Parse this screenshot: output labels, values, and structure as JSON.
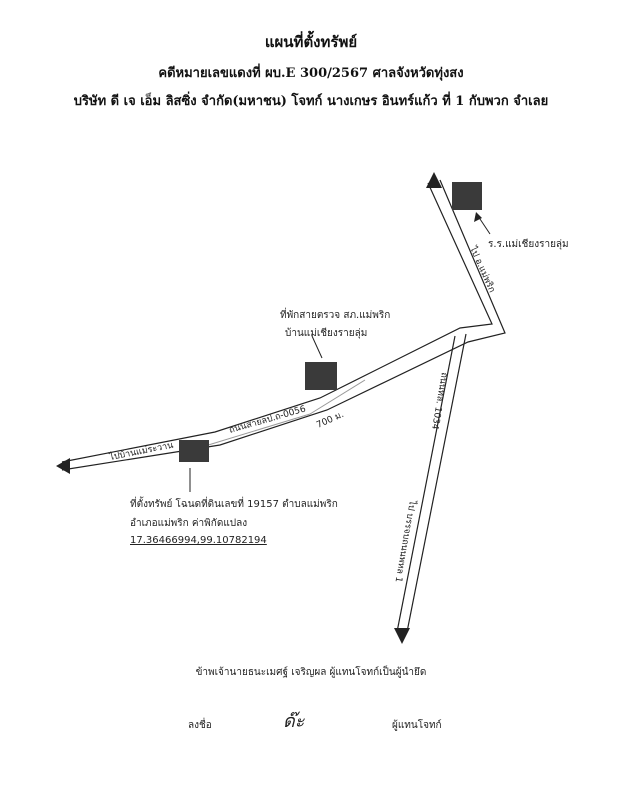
{
  "header": {
    "title": "แผนที่ตั้งทรัพย์",
    "case_line": "คดีหมายเลขแดงที่ ผบ.E 300/2567 ศาลจังหวัดทุ่งสง",
    "parties_line": "บริษัท ดี เจ เอ็ม ลิสซิ่ง จำกัด(มหาชน) โจทก์  นางเกษร อินทร์แก้ว ที่ 1 กับพวก  จำเลย"
  },
  "map": {
    "road_to_banmaerawan": "ไปบ้านแม่ระวาน",
    "road_number": "ถนนสายลป.ถ-0056",
    "distance": "700 ม.",
    "road_to_amphoe_maephrik": "ไป อ.แม่พริก",
    "road_highway": "ถนนทล. 1034",
    "road_to_mahasadu": "ไป บรรจบถนนพหล 1",
    "school_label": "ร.ร.แม่เชียงรายลุ่ม",
    "checkpoint_label_1": "ที่พักสายตรวจ สภ.แม่พริก",
    "checkpoint_label_2": "บ้านแม่เชียงรายลุ่ม",
    "property_label_1": "ที่ตั้งทรัพย์ โฉนดที่ดินเลขที่  19157  ตำบลแม่พริก",
    "property_label_2": "อำเภอแม่พริก ค่าพิกัดแปลง",
    "coordinates": "17.36466994,99.10782194"
  },
  "footer": {
    "statement": "ข้าพเจ้านายธนะเมศฐ์ เจริญผล ผู้แทนโจทก์เป็นผู้นำยึด",
    "sign_label": "ลงชื่อ",
    "signature": "ด๊ะ",
    "role": "ผู้แทนโจทก์"
  },
  "colors": {
    "building": "#3a3a3a",
    "road": "#222222"
  }
}
